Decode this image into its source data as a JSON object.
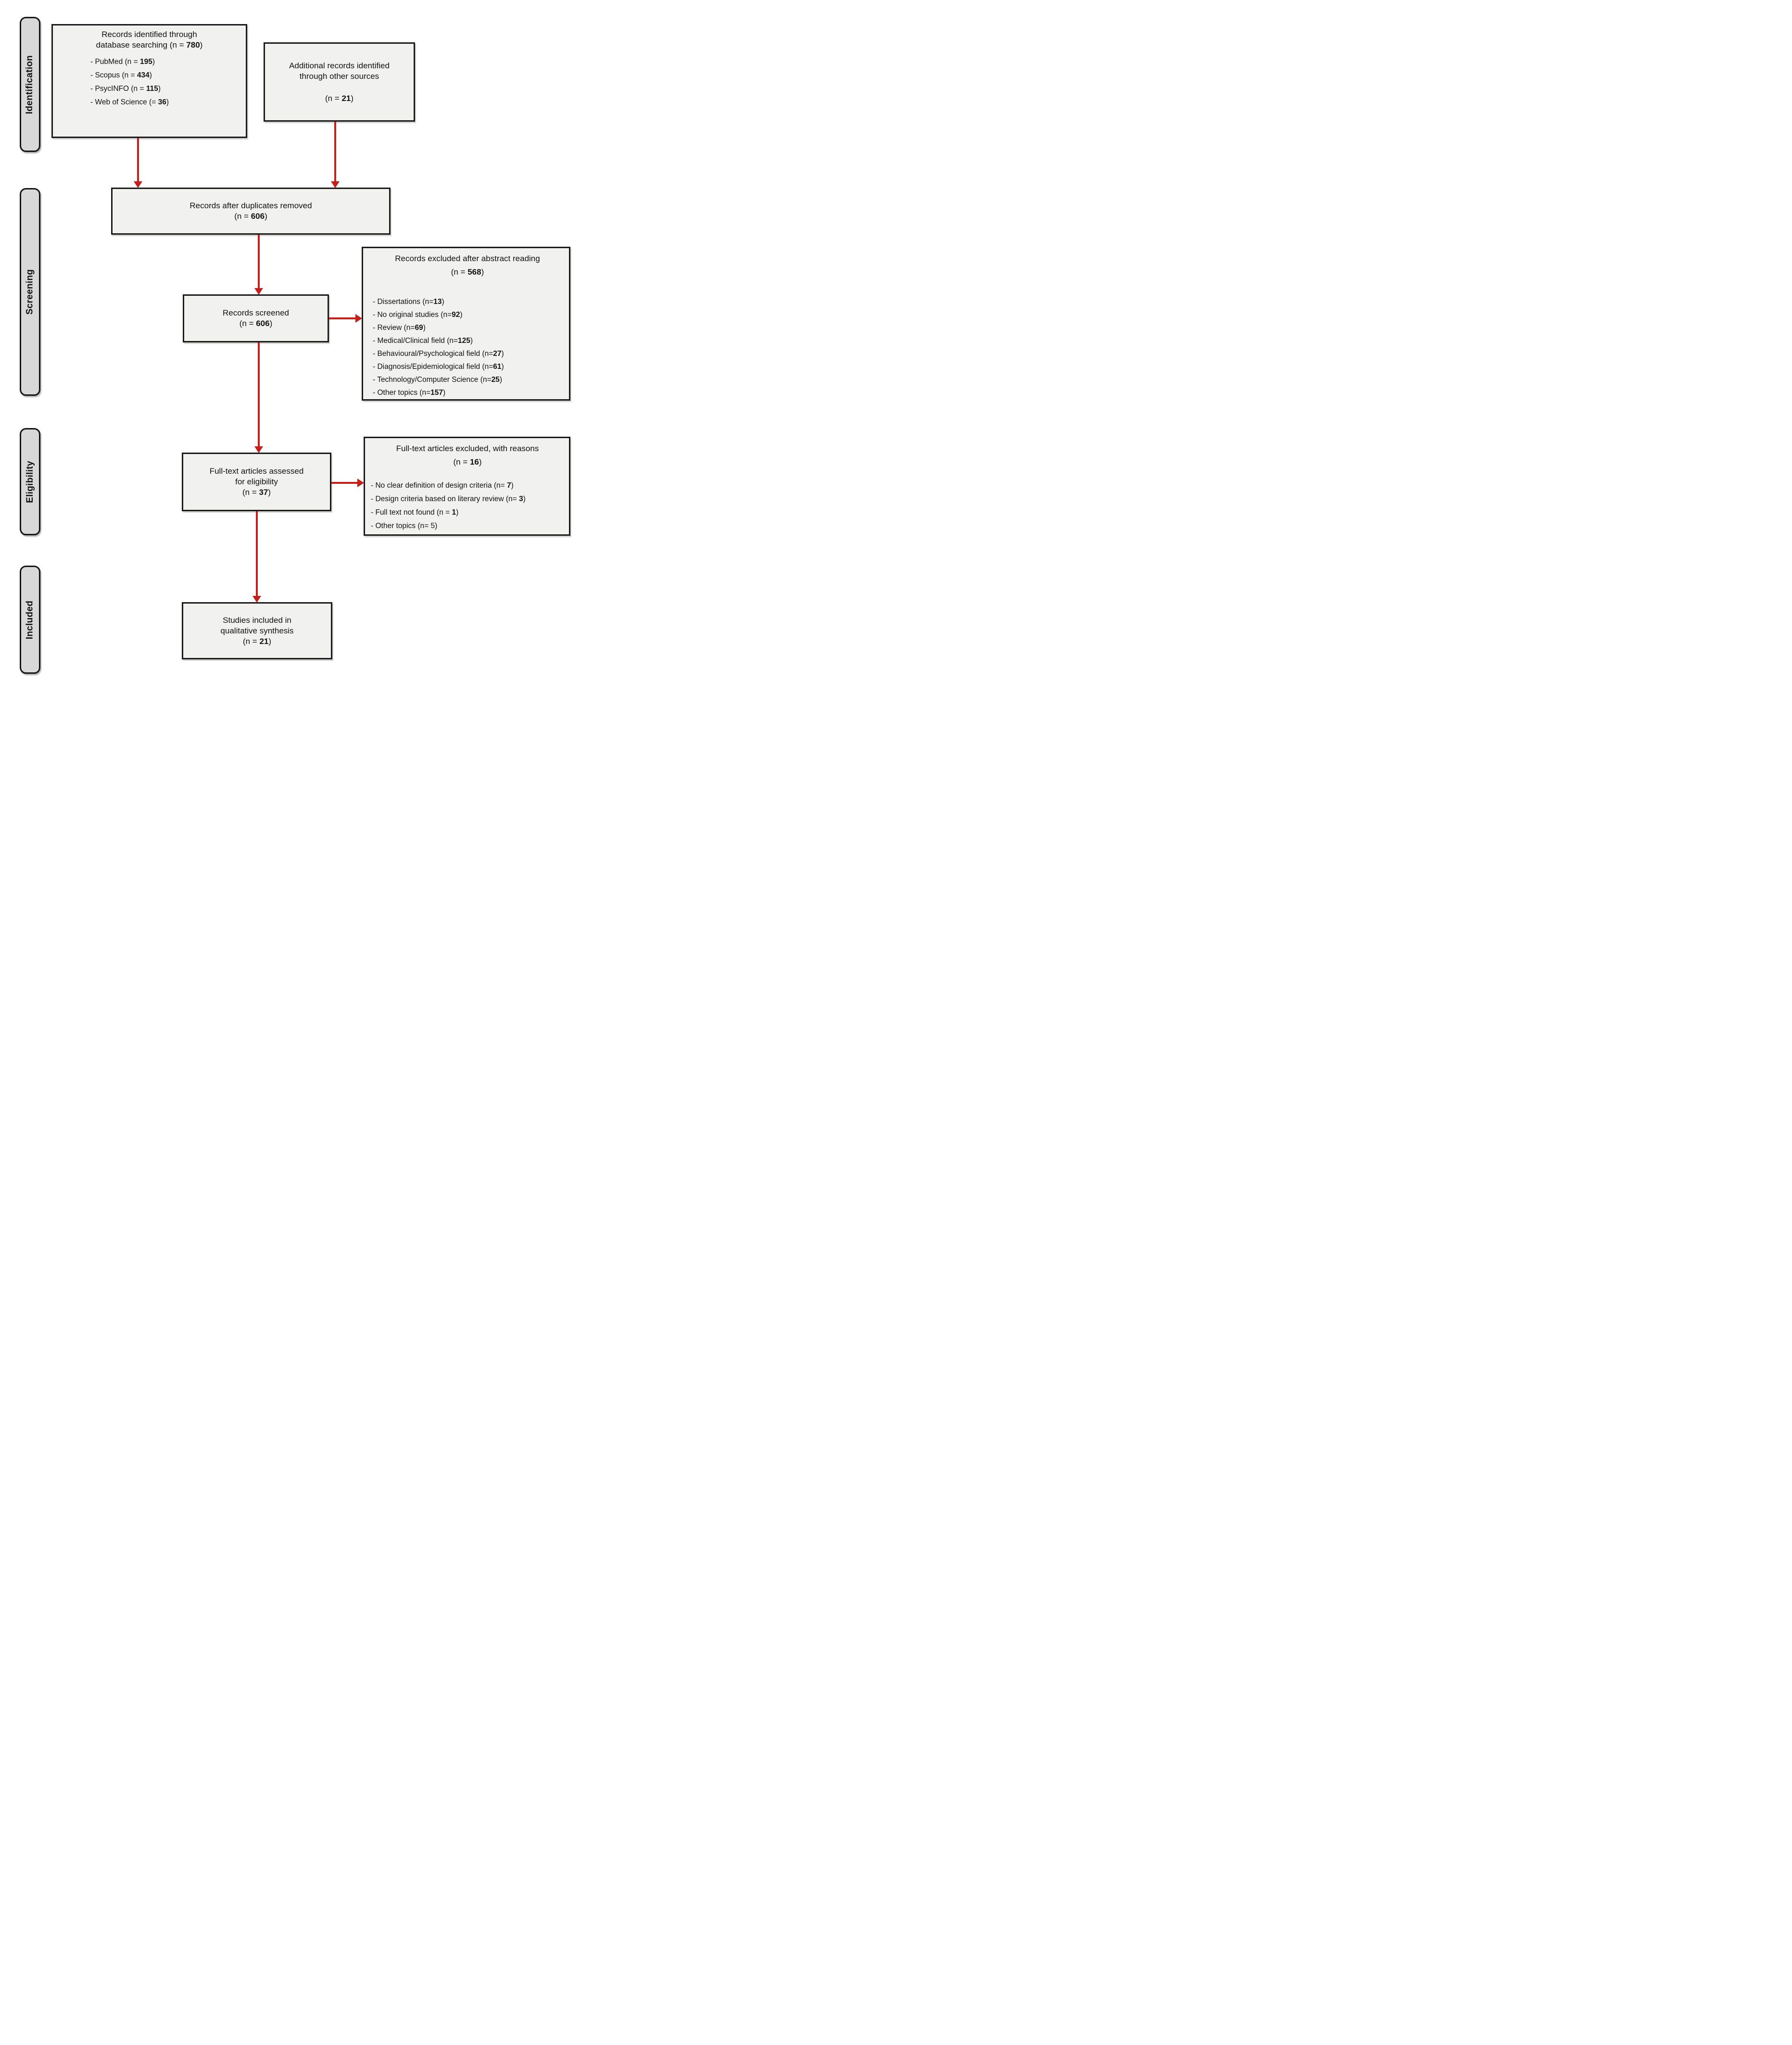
{
  "stages": {
    "identification": "Identification",
    "screening": "Screening",
    "eligibility": "Eligibility",
    "included": "Included"
  },
  "boxes": {
    "identified": {
      "line1": "Records identified through",
      "line2_pre": "database searching (n = ",
      "line2_n": "780",
      "line2_post": ")",
      "items": [
        {
          "pre": "-  PubMed (n = ",
          "n": "195",
          "post": ")"
        },
        {
          "pre": "-  Scopus (n = ",
          "n": "434",
          "post": ")"
        },
        {
          "pre": "-  PsycINFO (n = ",
          "n": "115",
          "post": ")"
        },
        {
          "pre": "-  Web of Science (= ",
          "n": "36",
          "post": ")"
        }
      ]
    },
    "additional": {
      "line1": "Additional records identified",
      "line2": "through other sources",
      "n_pre": "(n = ",
      "n": "21",
      "n_post": ")"
    },
    "duplicates": {
      "line1": "Records after duplicates removed",
      "n_pre": "(n = ",
      "n": "606",
      "n_post": ")"
    },
    "screened": {
      "line1": "Records screened",
      "n_pre": "(n = ",
      "n": "606",
      "n_post": ")"
    },
    "excluded_abstract": {
      "line1": "Records excluded after abstract reading",
      "n_pre": "(n = ",
      "n": "568",
      "n_post": ")",
      "items": [
        {
          "pre": "-  Dissertations (n=",
          "n": "13",
          "post": ")"
        },
        {
          "pre": "-  No original studies (n=",
          "n": "92",
          "post": ")"
        },
        {
          "pre": "-  Review (n=",
          "n": "69",
          "post": ")"
        },
        {
          "pre": "-  Medical/Clinical field (n=",
          "n": "125",
          "post": ")"
        },
        {
          "pre": "-  Behavioural/Psychological field (n=",
          "n": "27",
          "post": ")"
        },
        {
          "pre": "-  Diagnosis/Epidemiological field (n=",
          "n": "61",
          "post": ")"
        },
        {
          "pre": "-  Technology/Computer Science (n=",
          "n": "25",
          "post": ")"
        },
        {
          "pre": "-  Other topics (n=",
          "n": "157",
          "post": ")"
        }
      ]
    },
    "fulltext": {
      "line1": "Full-text articles assessed",
      "line2": "for eligibility",
      "n_pre": "(n =  ",
      "n": "37",
      "n_post": ")"
    },
    "excluded_fulltext": {
      "line1": "Full-text articles excluded, with reasons",
      "n_pre": "(n = ",
      "n": "16",
      "n_post": ")",
      "items": [
        {
          "pre": "- No clear definition of design criteria (n= ",
          "n": "7",
          "post": ")"
        },
        {
          "pre": "- Design criteria based on literary review (n= ",
          "n": "3",
          "post": ")"
        },
        {
          "pre": "- Full text not found (n = ",
          "n": "1",
          "post": ")"
        },
        {
          "pre": "- Other topics (n= 5)",
          "n": "",
          "post": ""
        }
      ]
    },
    "included_box": {
      "line1": "Studies included in",
      "line2": "qualitative synthesis",
      "n_pre": "(n = ",
      "n": "21",
      "n_post": ")"
    }
  },
  "colors": {
    "arrow_red": "#c41f1a",
    "box_fill": "#f1f1f0",
    "stage_fill": "#d8d8d8",
    "border": "#1b1b1b"
  }
}
